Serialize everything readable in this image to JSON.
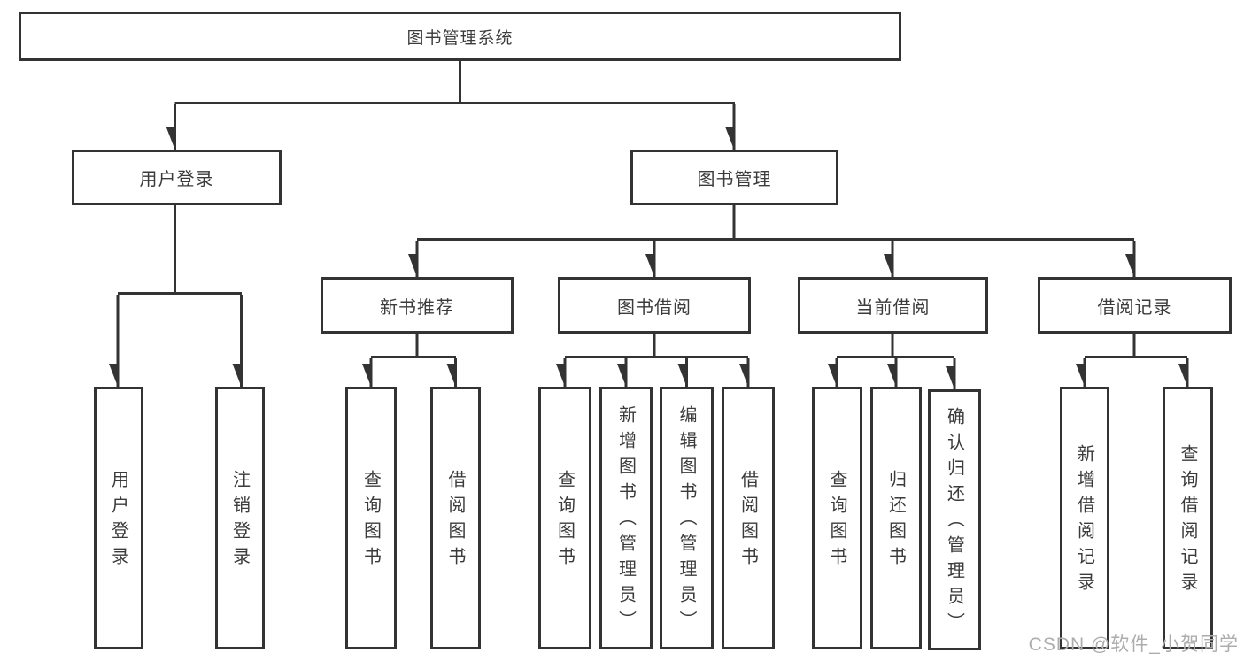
{
  "diagram": {
    "root": {
      "label": "图书管理系统"
    },
    "level2": {
      "user_login": {
        "label": "用户登录"
      },
      "book_mgmt": {
        "label": "图书管理"
      }
    },
    "level3": {
      "new_book_rec": {
        "label": "新书推荐"
      },
      "book_borrow": {
        "label": "图书借阅"
      },
      "current_borrow": {
        "label": "当前借阅"
      },
      "borrow_records": {
        "label": "借阅记录"
      }
    },
    "leaves": {
      "user_login": {
        "label": "用户登录"
      },
      "logout": {
        "label": "注销登录"
      },
      "query_books_1": {
        "label": "查询图书"
      },
      "borrow_books_1": {
        "label": "借阅图书"
      },
      "query_books_2": {
        "label": "查询图书"
      },
      "add_book": {
        "label": "新增图书（管理员）"
      },
      "edit_book": {
        "label": "编辑图书（管理员）"
      },
      "borrow_books_2": {
        "label": "借阅图书"
      },
      "query_books_3": {
        "label": "查询图书"
      },
      "return_book": {
        "label": "归还图书"
      },
      "confirm_return": {
        "label": "确认归还（管理员）"
      },
      "add_record": {
        "label": "新增借阅记录"
      },
      "query_record": {
        "label": "查询借阅记录"
      }
    }
  },
  "watermark": {
    "text": "CSDN @软件_小贺同学"
  },
  "colors": {
    "line": "#333333",
    "box_border": "#333333",
    "text": "#3b3b3b",
    "background": "#ffffff",
    "watermark": "#adadad"
  }
}
